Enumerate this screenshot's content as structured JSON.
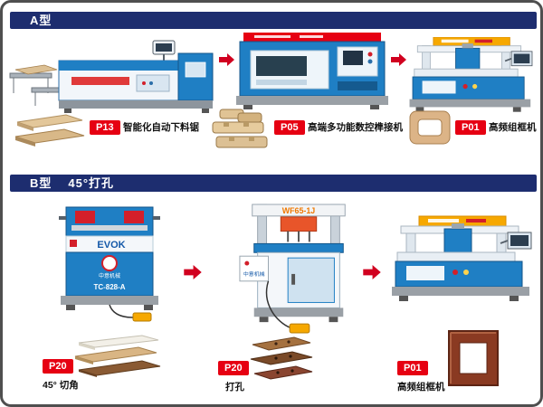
{
  "page": {
    "background": "#ffffff",
    "border": "#4f4f4f"
  },
  "colors": {
    "header_navy": "#1d2d6f",
    "tag_red": "#e60012",
    "arrow_red": "#d1001f",
    "machine_blue": "#1f7fc4",
    "banner_orange": "#f6a800",
    "wood_tan": "#d9b584",
    "frame_mahogany": "#8a3a22"
  },
  "section_a": {
    "title": "A型",
    "steps": [
      {
        "tag": "P13",
        "caption": "智能化自动下料锯"
      },
      {
        "tag": "P05",
        "caption": "高端多功能数控榫接机"
      },
      {
        "tag": "P01",
        "caption": "高频组框机"
      }
    ]
  },
  "section_b": {
    "title": "B型",
    "subtitle": "45°打孔",
    "steps": [
      {
        "tag": "P20",
        "caption": "45° 切角"
      },
      {
        "tag": "P20",
        "caption": "打孔"
      },
      {
        "tag": "P01",
        "caption": "高频组框机"
      }
    ]
  },
  "machine_labels": {
    "evok_brand": "EVOK",
    "b1_model": "TC-828-A",
    "b2_model": "WF65-1J",
    "zhongyi_brand": "中意机械"
  }
}
